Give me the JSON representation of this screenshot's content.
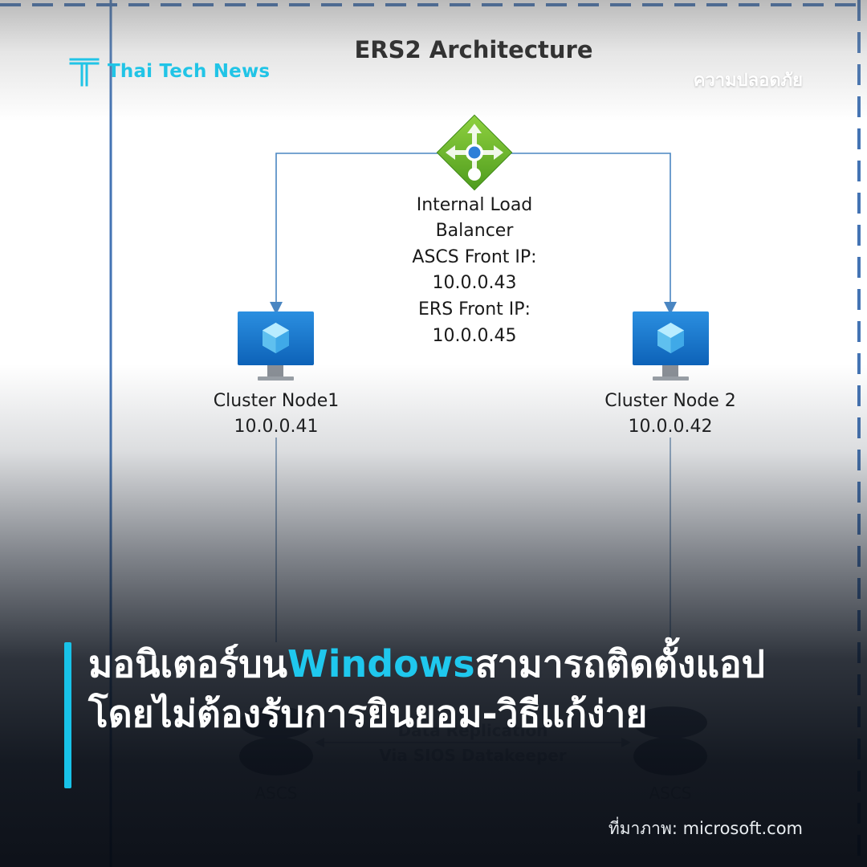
{
  "brand": {
    "name": "Thai Tech News",
    "logo_icon": "t-logo-icon",
    "accent": "#21c4e6"
  },
  "category": "ความปลอดภัย",
  "headline": {
    "part1": "มอนิเตอร์บน",
    "highlight": "Windows",
    "part2": "สามารถติดตั้งแอปโดยไม่ต้องรับการยินยอม-วิธีแก้ง่าย",
    "highlight_color": "#1fc8ee"
  },
  "credit": "ที่มาภาพ: microsoft.com",
  "diagram": {
    "title": "ERS2 Architecture",
    "load_balancer": {
      "icon": "load-balancer-icon",
      "lines": [
        "Internal Load",
        "Balancer",
        "ASCS Front IP:",
        "10.0.0.43",
        "ERS Front IP:",
        "10.0.0.45"
      ]
    },
    "nodes": [
      {
        "icon": "virtual-machine-icon",
        "name": "Cluster Node1",
        "ip": "10.0.0.41"
      },
      {
        "icon": "virtual-machine-icon",
        "name": "Cluster Node 2",
        "ip": "10.0.0.42"
      }
    ],
    "replication": [
      "Data Replication",
      "Via SIOS Datakeeper"
    ],
    "disks": [
      {
        "icon": "disk-icon",
        "label": "ASCS"
      },
      {
        "icon": "disk-icon",
        "label": "ASCS"
      }
    ]
  }
}
